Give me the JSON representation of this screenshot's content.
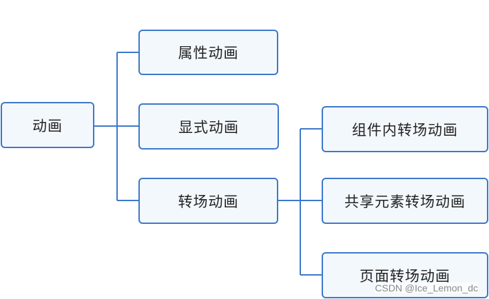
{
  "root": {
    "label": "动画"
  },
  "level1": [
    {
      "label": "属性动画"
    },
    {
      "label": "显式动画"
    },
    {
      "label": "转场动画"
    }
  ],
  "level2": [
    {
      "label": "组件内转场动画"
    },
    {
      "label": "共享元素转场动画"
    },
    {
      "label": "页面转场动画"
    }
  ],
  "watermark": "CSDN @Ice_Lemon_dc",
  "colors": {
    "node_border": "#3d78c8",
    "node_fill": "#f3f8fd",
    "connector": "#3d78c8"
  }
}
